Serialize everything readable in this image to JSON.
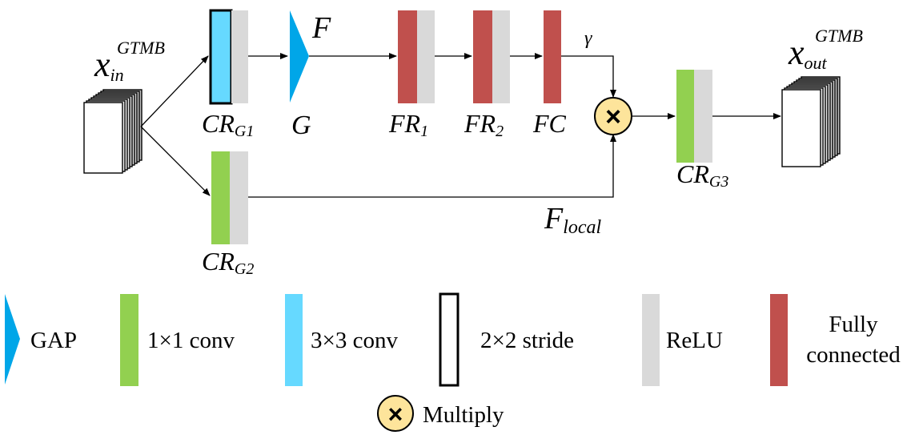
{
  "colors": {
    "gap": "#00a6e8",
    "conv1x1": "#92d050",
    "conv3x3": "#66d9ff",
    "relu": "#d9d9d9",
    "fully_connected": "#c0504d",
    "multiply_fill": "#fde49b",
    "line": "#000000"
  },
  "diagram": {
    "input_label": {
      "base": "x",
      "sub": "in",
      "sup": "GTMB"
    },
    "output_label": {
      "base": "x",
      "sub": "out",
      "sup": "GTMB"
    },
    "cr_g1": {
      "base": "CR",
      "sub": "G1"
    },
    "cr_g2": {
      "base": "CR",
      "sub": "G2"
    },
    "cr_g3": {
      "base": "CR",
      "sub": "G3"
    },
    "gap_top_label": "F",
    "gap_bottom_label": "G",
    "fr1": {
      "base": "FR",
      "sub": "1"
    },
    "fr2": {
      "base": "FR",
      "sub": "2"
    },
    "fc": "FC",
    "gamma": "γ",
    "f_local": {
      "base": "F",
      "sub": "local"
    },
    "multiply_symbol": "×"
  },
  "legend": {
    "gap": "GAP",
    "conv1x1": "1×1 conv",
    "conv3x3": "3×3 conv",
    "stride": "2×2 stride",
    "relu": "ReLU",
    "fc_line1": "Fully",
    "fc_line2": "connected",
    "multiply": "Multiply"
  }
}
